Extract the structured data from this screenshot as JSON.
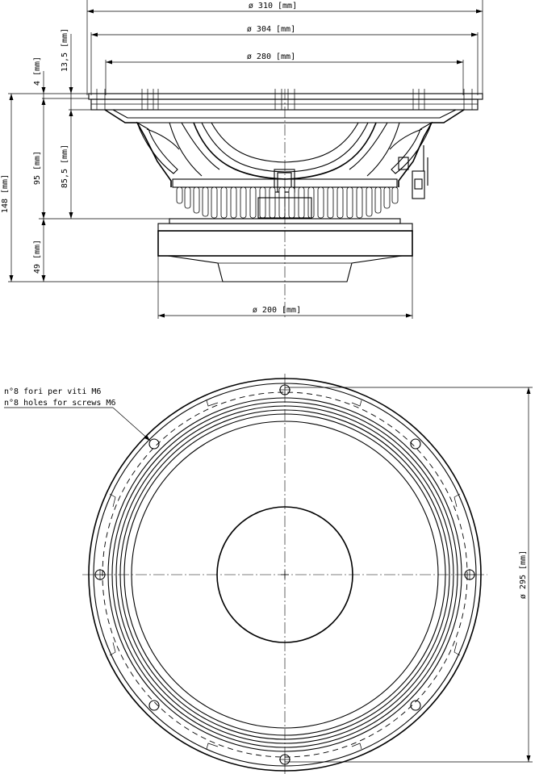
{
  "dimensions": {
    "d310": "ø 310 [mm]",
    "d304": "ø 304 [mm]",
    "d280": "ø 280 [mm]",
    "h4": "4 [mm]",
    "h13_5": "13,5 [mm]",
    "h95": "95 [mm]",
    "h85_5": "85,5 [mm]",
    "h148": "148 [mm]",
    "h49": "49 [mm]",
    "d200": "ø 200 [mm]",
    "d295": "ø 295 [mm]"
  },
  "note": {
    "line1": "n°8 fori per viti M6",
    "line2": "n°8 holes for screws M6"
  }
}
